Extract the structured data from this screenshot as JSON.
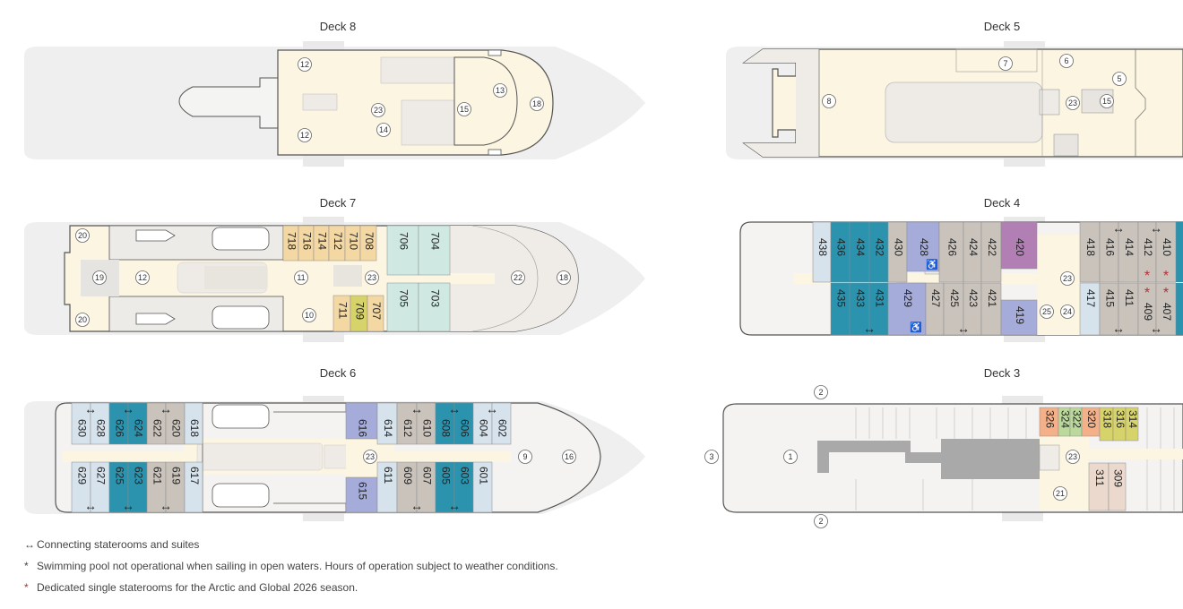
{
  "colors": {
    "tan": "#f3d8a4",
    "yg": "#d6d36a",
    "mint": "#cfe9e2",
    "lb": "#d6e2ec",
    "teal": "#2b93ae",
    "grey": "#c9c3bc",
    "pb": "#a6acd9",
    "mauve": "#b27fb5",
    "orange": "#f4b189",
    "green": "#bcd99c",
    "peach": "#ecd9cd",
    "single_marker": "#b5303a",
    "cream": "#fcf5e1",
    "hull": "#efefef"
  },
  "deck8": {
    "title": "Deck 8",
    "markers": [
      "12",
      "12",
      "23",
      "14",
      "15",
      "13",
      "18"
    ]
  },
  "deck5": {
    "title": "Deck 5",
    "markers": [
      "8",
      "7",
      "6",
      "5",
      "23",
      "15"
    ]
  },
  "deck7": {
    "title": "Deck 7",
    "markers": [
      "20",
      "20",
      "19",
      "12",
      "11",
      "23",
      "10",
      "22",
      "18"
    ],
    "cabins": [
      {
        "n": "718",
        "c": "tan"
      },
      {
        "n": "716",
        "c": "tan"
      },
      {
        "n": "714",
        "c": "tan"
      },
      {
        "n": "712",
        "c": "tan"
      },
      {
        "n": "710",
        "c": "tan"
      },
      {
        "n": "708",
        "c": "tan"
      },
      {
        "n": "706",
        "c": "mint"
      },
      {
        "n": "704",
        "c": "mint"
      },
      {
        "n": "711",
        "c": "tan"
      },
      {
        "n": "709",
        "c": "yg"
      },
      {
        "n": "707",
        "c": "tan"
      },
      {
        "n": "705",
        "c": "mint"
      },
      {
        "n": "703",
        "c": "mint"
      }
    ],
    "connecting": []
  },
  "deck4": {
    "title": "Deck 4",
    "markers": [
      "23",
      "25",
      "24"
    ],
    "cabins": [
      {
        "n": "438",
        "c": "lb"
      },
      {
        "n": "436",
        "c": "teal"
      },
      {
        "n": "434",
        "c": "teal"
      },
      {
        "n": "432",
        "c": "teal"
      },
      {
        "n": "430",
        "c": "grey"
      },
      {
        "n": "428",
        "c": "pb",
        "accessible": true
      },
      {
        "n": "426",
        "c": "grey"
      },
      {
        "n": "424",
        "c": "grey"
      },
      {
        "n": "422",
        "c": "grey"
      },
      {
        "n": "420",
        "c": "mauve"
      },
      {
        "n": "418",
        "c": "grey"
      },
      {
        "n": "416",
        "c": "grey"
      },
      {
        "n": "414",
        "c": "grey"
      },
      {
        "n": "412",
        "c": "grey",
        "single": true
      },
      {
        "n": "410",
        "c": "grey",
        "single": true
      },
      {
        "n": "435",
        "c": "teal"
      },
      {
        "n": "433",
        "c": "teal"
      },
      {
        "n": "431",
        "c": "teal"
      },
      {
        "n": "429",
        "c": "pb",
        "accessible": true
      },
      {
        "n": "427",
        "c": "grey"
      },
      {
        "n": "425",
        "c": "grey"
      },
      {
        "n": "423",
        "c": "grey"
      },
      {
        "n": "421",
        "c": "grey"
      },
      {
        "n": "419",
        "c": "pb"
      },
      {
        "n": "417",
        "c": "lb"
      },
      {
        "n": "415",
        "c": "grey"
      },
      {
        "n": "411",
        "c": "grey"
      },
      {
        "n": "409",
        "c": "grey",
        "single": true
      },
      {
        "n": "407",
        "c": "grey",
        "single": true
      }
    ],
    "connecting": [
      [
        "416",
        "414"
      ],
      [
        "412",
        "410"
      ],
      [
        "433",
        "431"
      ],
      [
        "425",
        "423"
      ],
      [
        "415",
        "411"
      ],
      [
        "409",
        "407"
      ]
    ]
  },
  "deck6": {
    "title": "Deck 6",
    "markers": [
      "23",
      "9",
      "16"
    ],
    "cabins": [
      {
        "n": "630",
        "c": "lb"
      },
      {
        "n": "628",
        "c": "lb"
      },
      {
        "n": "626",
        "c": "teal"
      },
      {
        "n": "624",
        "c": "teal"
      },
      {
        "n": "622",
        "c": "grey"
      },
      {
        "n": "620",
        "c": "grey"
      },
      {
        "n": "618",
        "c": "lb"
      },
      {
        "n": "629",
        "c": "lb"
      },
      {
        "n": "627",
        "c": "lb"
      },
      {
        "n": "625",
        "c": "teal"
      },
      {
        "n": "623",
        "c": "teal"
      },
      {
        "n": "621",
        "c": "grey"
      },
      {
        "n": "619",
        "c": "grey"
      },
      {
        "n": "617",
        "c": "lb"
      },
      {
        "n": "616",
        "c": "pb"
      },
      {
        "n": "614",
        "c": "lb"
      },
      {
        "n": "612",
        "c": "grey"
      },
      {
        "n": "610",
        "c": "grey"
      },
      {
        "n": "608",
        "c": "teal"
      },
      {
        "n": "606",
        "c": "teal"
      },
      {
        "n": "604",
        "c": "lb"
      },
      {
        "n": "602",
        "c": "lb"
      },
      {
        "n": "615",
        "c": "pb"
      },
      {
        "n": "611",
        "c": "lb"
      },
      {
        "n": "609",
        "c": "grey"
      },
      {
        "n": "607",
        "c": "grey"
      },
      {
        "n": "605",
        "c": "teal"
      },
      {
        "n": "603",
        "c": "teal"
      },
      {
        "n": "601",
        "c": "lb"
      }
    ],
    "connecting": [
      [
        "630",
        "628"
      ],
      [
        "626",
        "624"
      ],
      [
        "622",
        "620"
      ],
      [
        "612",
        "610"
      ],
      [
        "608",
        "606"
      ],
      [
        "604",
        "602"
      ],
      [
        "629",
        "627"
      ],
      [
        "625",
        "623"
      ],
      [
        "621",
        "619"
      ],
      [
        "609",
        "607"
      ],
      [
        "605",
        "603"
      ]
    ]
  },
  "deck3": {
    "title": "Deck 3",
    "markers": [
      "2",
      "2",
      "3",
      "1",
      "23",
      "21"
    ],
    "cabins": [
      {
        "n": "326",
        "c": "orange"
      },
      {
        "n": "324",
        "c": "green"
      },
      {
        "n": "322",
        "c": "green"
      },
      {
        "n": "320",
        "c": "orange"
      },
      {
        "n": "318",
        "c": "yg"
      },
      {
        "n": "316",
        "c": "yg"
      },
      {
        "n": "314",
        "c": "yg"
      },
      {
        "n": "311",
        "c": "peach"
      },
      {
        "n": "309",
        "c": "peach"
      }
    ],
    "connecting": []
  },
  "legend": {
    "connecting_icon": "↔",
    "connecting": "Connecting staterooms and suites",
    "pool_icon": "*",
    "pool": "Swimming pool not operational when sailing in open waters. Hours of operation subject to weather conditions.",
    "single_icon": "*",
    "single": "Dedicated single staterooms for the Arctic and Global 2026 season."
  }
}
